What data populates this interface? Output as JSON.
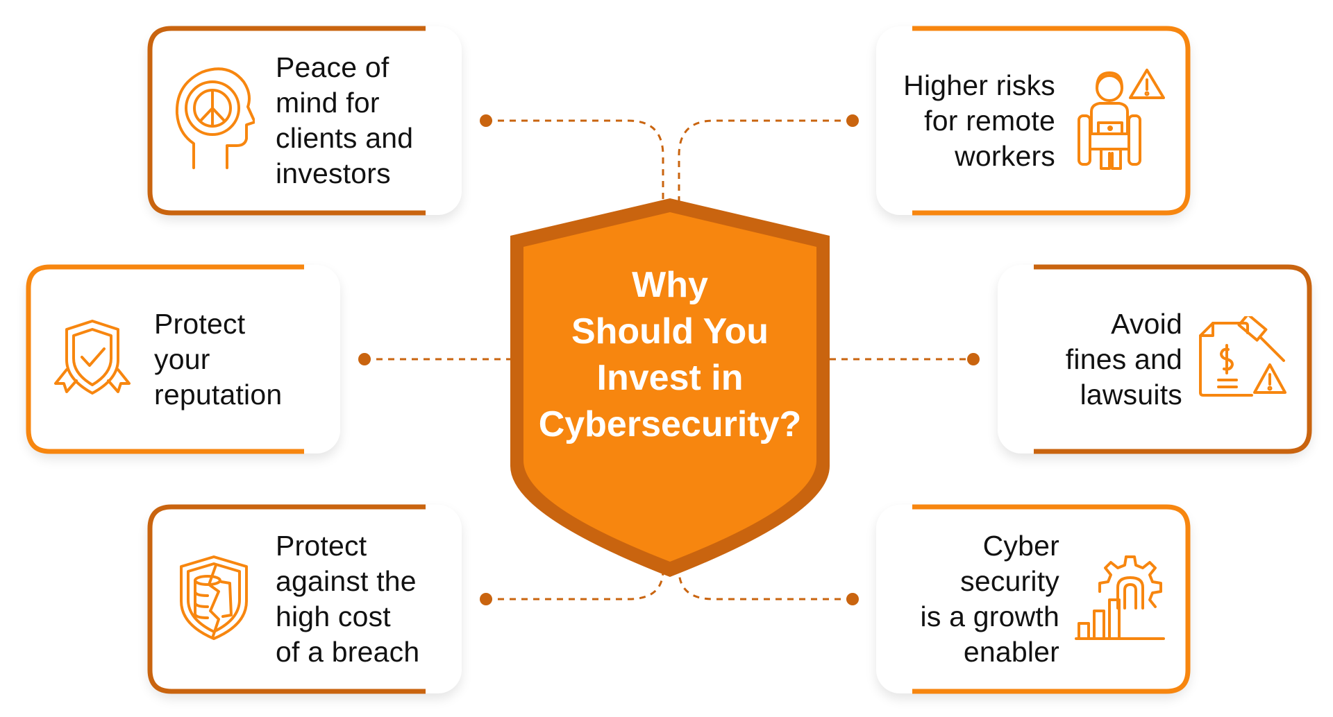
{
  "center": {
    "title": "Why\nShould You\nInvest in\nCybersecurity?"
  },
  "cards": {
    "peace_of_mind": {
      "label": "Peace of\nmind for\nclients and\ninvestors",
      "icon": "peace-mind-head-icon"
    },
    "reputation": {
      "label": "Protect\nyour\nreputation",
      "icon": "shield-check-icon"
    },
    "breach": {
      "label": "Protect\nagainst the\nhigh cost\nof a breach",
      "icon": "broken-shield-database-icon"
    },
    "remote": {
      "label": "Higher risks\nfor remote\nworkers",
      "icon": "remote-worker-warning-icon"
    },
    "fines": {
      "label": "Avoid\nfines and\nlawsuits",
      "icon": "gavel-invoice-warning-icon"
    },
    "growth": {
      "label": "Cyber security\nis a growth\nenabler",
      "icon": "gear-growth-chart-icon"
    }
  },
  "colors": {
    "primary_orange": "#F7860F",
    "dark_orange": "#C9640F",
    "text": "#111111",
    "background": "#FFFFFF"
  }
}
